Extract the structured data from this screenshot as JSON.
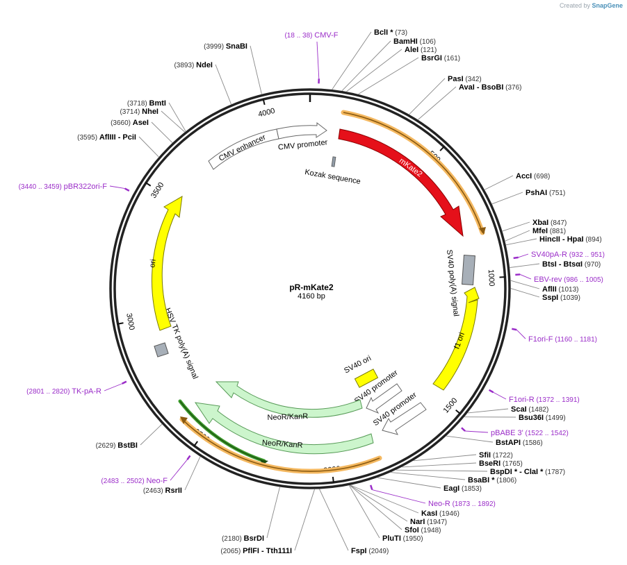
{
  "credit": {
    "prefix": "Created by",
    "brand": "SnapGene"
  },
  "plasmid": {
    "name": "pR-mKate2",
    "length": "4160 bp",
    "total_bp": 4160
  },
  "ticks": [
    "500",
    "1000",
    "1500",
    "2000",
    "2500",
    "3000",
    "3500",
    "4000"
  ],
  "features": [
    {
      "name": "mKate2",
      "color": "#e5101a",
      "stroke": "#9a0000",
      "text": "white"
    },
    {
      "name": "CMV enhancer",
      "color": "#ffffff",
      "stroke": "#666666",
      "text": "black"
    },
    {
      "name": "CMV promoter",
      "color": "#ffffff",
      "stroke": "#666666",
      "text": "black"
    },
    {
      "name": "Kozak sequence",
      "color": "#909ba6",
      "stroke": "#555555",
      "text": "black"
    },
    {
      "name": "SV40 poly(A) signal",
      "color": "#a7afb8",
      "stroke": "#555555",
      "text": "black"
    },
    {
      "name": "f1 ori",
      "color": "#ffff00",
      "stroke": "#808000",
      "text": "black"
    },
    {
      "name": "SV40 ori",
      "color": "#ffff00",
      "stroke": "#808000",
      "text": "black"
    },
    {
      "name": "SV40 promoter",
      "color": "#ffffff",
      "stroke": "#666666",
      "text": "black"
    },
    {
      "name": "NeoR/KanR",
      "color": "#ccf5cc",
      "stroke": "#559955",
      "text": "black"
    },
    {
      "name": "HSV TK poly(A) signal",
      "color": "#a7afb8",
      "stroke": "#555555",
      "text": "black"
    },
    {
      "name": "ori",
      "color": "#ffff00",
      "stroke": "#808000",
      "text": "black"
    }
  ],
  "enzymes": [
    {
      "name": "BclI *",
      "pos": "(73)"
    },
    {
      "name": "BamHI",
      "pos": "(106)"
    },
    {
      "name": "AleI",
      "pos": "(121)"
    },
    {
      "name": "BsrGI",
      "pos": "(161)"
    },
    {
      "name": "PasI",
      "pos": "(342)"
    },
    {
      "name": "AvaI - BsoBI",
      "pos": "(376)"
    },
    {
      "name": "AccI",
      "pos": "(698)"
    },
    {
      "name": "PshAI",
      "pos": "(751)"
    },
    {
      "name": "XbaI",
      "pos": "(847)"
    },
    {
      "name": "MfeI",
      "pos": "(881)"
    },
    {
      "name": "HincII - HpaI",
      "pos": "(894)"
    },
    {
      "name": "BtsI - BtsαI",
      "pos": "(970)"
    },
    {
      "name": "AflII",
      "pos": "(1013)"
    },
    {
      "name": "SspI",
      "pos": "(1039)"
    },
    {
      "name": "ScaI",
      "pos": "(1482)"
    },
    {
      "name": "Bsu36I",
      "pos": "(1499)"
    },
    {
      "name": "BstAPI",
      "pos": "(1586)"
    },
    {
      "name": "SfiI",
      "pos": "(1722)"
    },
    {
      "name": "BseRI",
      "pos": "(1765)"
    },
    {
      "name": "BspDI * - ClaI *",
      "pos": "(1787)"
    },
    {
      "name": "BsaBI *",
      "pos": "(1806)"
    },
    {
      "name": "EagI",
      "pos": "(1853)"
    },
    {
      "name": "KasI",
      "pos": "(1946)"
    },
    {
      "name": "NarI",
      "pos": "(1947)"
    },
    {
      "name": "SfoI",
      "pos": "(1948)"
    },
    {
      "name": "PluTI",
      "pos": "(1950)"
    },
    {
      "name": "FspI",
      "pos": "(2049)"
    },
    {
      "name": "PflFI - Tth111I",
      "pos": "(2065)"
    },
    {
      "name": "BsrDI",
      "pos": "(2180)"
    },
    {
      "name": "RsrII",
      "pos": "(2463)"
    },
    {
      "name": "BstBI",
      "pos": "(2629)"
    },
    {
      "name": "AflIII - PciI",
      "pos": "(3595)"
    },
    {
      "name": "AseI",
      "pos": "(3660)"
    },
    {
      "name": "NheI",
      "pos": "(3714)"
    },
    {
      "name": "BmtI",
      "pos": "(3718)"
    },
    {
      "name": "NdeI",
      "pos": "(3893)"
    },
    {
      "name": "SnaBI",
      "pos": "(3999)"
    }
  ],
  "primers": [
    {
      "name": "CMV-F",
      "range": "(18 .. 38)"
    },
    {
      "name": "SV40pA-R",
      "range": "(932 .. 951)"
    },
    {
      "name": "EBV-rev",
      "range": "(986 .. 1005)"
    },
    {
      "name": "F1ori-F",
      "range": "(1160 .. 1181)"
    },
    {
      "name": "F1ori-R",
      "range": "(1372 .. 1391)"
    },
    {
      "name": "pBABE 3'",
      "range": "(1522 .. 1542)"
    },
    {
      "name": "Neo-R",
      "range": "(1873 .. 1892)"
    },
    {
      "name": "Neo-F",
      "range": "(2483 .. 2502)"
    },
    {
      "name": "TK-pA-R",
      "range": "(2801 .. 2820)"
    },
    {
      "name": "pBR322ori-F",
      "range": "(3440 .. 3459)"
    }
  ],
  "colors": {
    "primer": "#9a2cc8",
    "backbone": "#222222",
    "orange_halo": "#f4b860",
    "green_halo": "#2e7d1a"
  }
}
